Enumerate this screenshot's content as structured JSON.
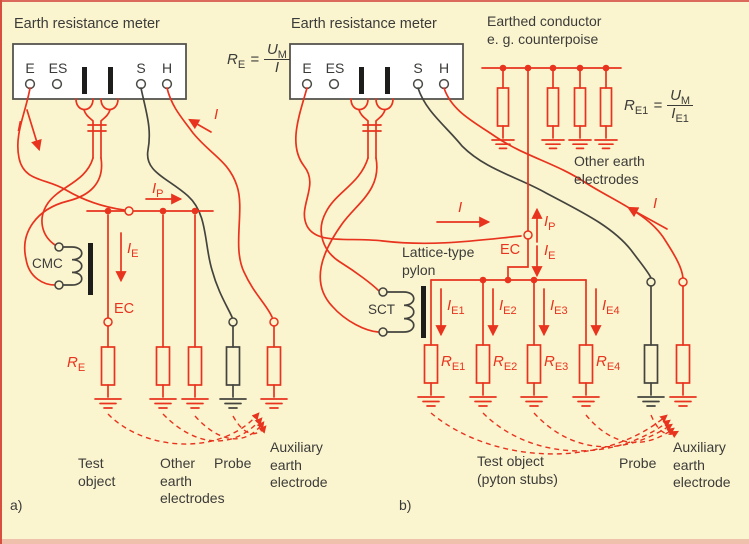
{
  "colors": {
    "background": "#FBF5CF",
    "accent_red": "#E8331E",
    "wire_black": "#44443F",
    "text_dark": "#3B3B39",
    "meter_fill": "#FFFFFF"
  },
  "symbols": {
    "r": "R",
    "u": "U",
    "i": "I",
    "eq": "=",
    "sub_e": "E",
    "sub_e1": "E1",
    "sub_e2": "E2",
    "sub_e3": "E3",
    "sub_e4": "E4",
    "sub_p": "P",
    "sub_m": "M"
  },
  "devices": {
    "cmc": "CMC",
    "sct": "SCT",
    "ec": "EC"
  },
  "meter": {
    "title": "Earth resistance meter",
    "terminals": [
      "E",
      "ES",
      "S",
      "H"
    ]
  },
  "diagram_a": {
    "tag": "a)",
    "captions": {
      "test_object": [
        "Test",
        "object"
      ],
      "other_earth": [
        "Other",
        "earth",
        "electrodes"
      ],
      "probe": "Probe",
      "aux_earth": [
        "Auxiliary",
        "earth",
        "electrode"
      ]
    }
  },
  "diagram_b": {
    "tag": "b)",
    "captions": {
      "earthed_conductor": [
        "Earthed conductor",
        "e. g. counterpoise"
      ],
      "other_earth": [
        "Other earth",
        "electrodes"
      ],
      "lattice_pylon": [
        "Lattice-type",
        "pylon"
      ],
      "test_object": [
        "Test object",
        "(pyton stubs)"
      ],
      "probe": "Probe",
      "aux_earth": [
        "Auxiliary",
        "earth",
        "electrode"
      ]
    }
  }
}
